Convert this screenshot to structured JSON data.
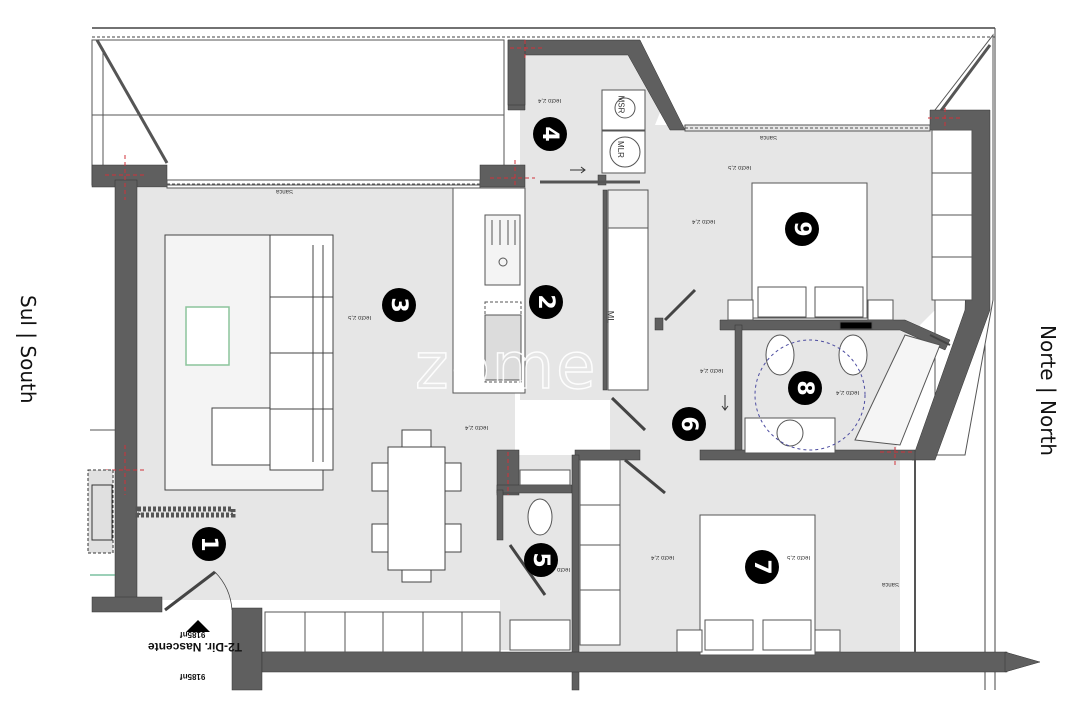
{
  "plan": {
    "orientation": {
      "south_label": "Sul | South",
      "north_label": "Norte | North"
    },
    "entrance": {
      "unit_label": "T2-Dir. Nascente",
      "sub_label": "9185nf",
      "sub_label_2": "9185nf"
    },
    "watermark": "zome",
    "markers": [
      {
        "id": "1",
        "label": "1",
        "rotation": 90
      },
      {
        "id": "2",
        "label": "2",
        "rotation": 90
      },
      {
        "id": "3",
        "label": "3",
        "rotation": 90
      },
      {
        "id": "4",
        "label": "4",
        "rotation": 90
      },
      {
        "id": "5",
        "label": "5",
        "rotation": 90
      },
      {
        "id": "6",
        "label": "6",
        "rotation": 90
      },
      {
        "id": "7",
        "label": "7",
        "rotation": 90
      },
      {
        "id": "8",
        "label": "8",
        "rotation": 90
      },
      {
        "id": "9",
        "label": "9",
        "rotation": 90
      }
    ],
    "ceiling_labels": {
      "living_a": "Tecto 2,5",
      "living_b": "Tecto 2,4",
      "laundry": "Tecto 2,4",
      "bedroom_top_a": "Tecto 2,5",
      "bedroom_top_b": "Tecto 2,4",
      "hall": "Tecto 2,4",
      "bath": "Tecto 2,4",
      "bedroom_bottom_a": "Tecto 2,4",
      "bedroom_bottom_b": "Tecto 2,5",
      "wc": "Tecto"
    },
    "small_labels": {
      "balcony_top": "Sanca",
      "balcony_right_top": "Sanca",
      "balcony_right_bottom": "Sanca",
      "fridge": "ML",
      "appliance_1": "MSR",
      "appliance_2": "MLR"
    },
    "colors": {
      "wall": "#5f5f5f",
      "floor": "#e6e6e6",
      "furniture": "#ffffff",
      "axis": "#d0313a",
      "rug_accent": "#8bc49b",
      "marker_bg": "#000000"
    }
  }
}
